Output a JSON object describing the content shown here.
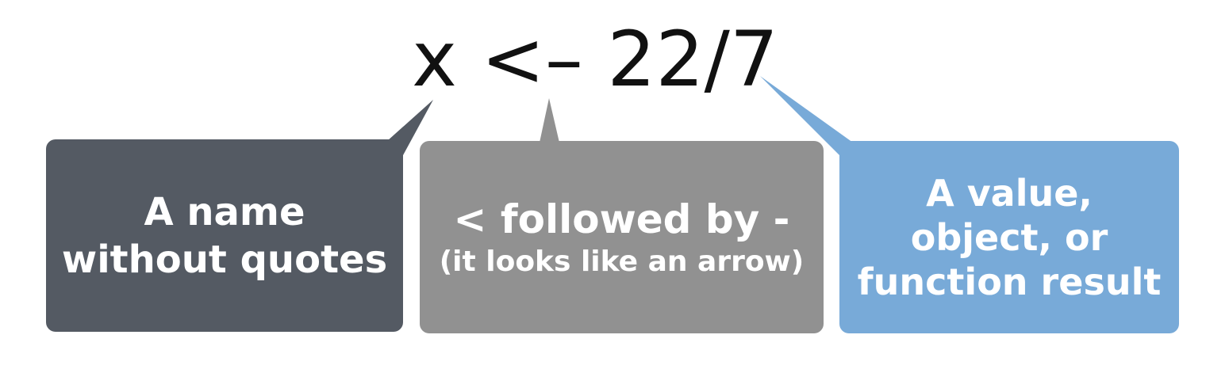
{
  "code": {
    "text": "x <– 22/7"
  },
  "boxes": [
    {
      "lines": [
        "A name",
        "without quotes"
      ],
      "color": "#545a63"
    },
    {
      "main": "< followed by -",
      "sub": "(it looks like an arrow)",
      "color": "#919191"
    },
    {
      "lines": [
        "A value,",
        "object, or",
        "function result"
      ],
      "color": "#78aad8"
    }
  ]
}
